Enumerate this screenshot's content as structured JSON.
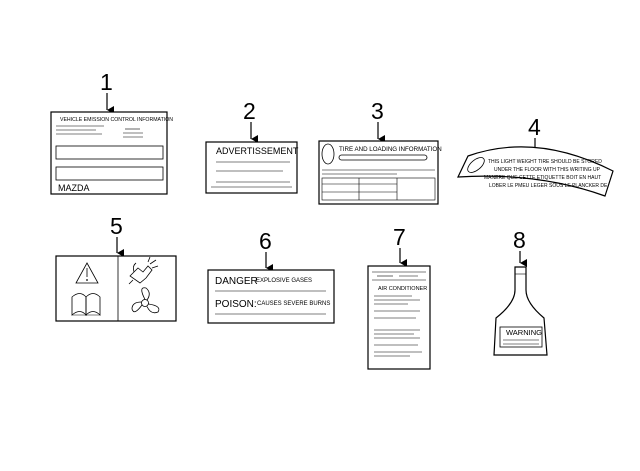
{
  "callouts": [
    "1",
    "2",
    "3",
    "4",
    "5",
    "6",
    "7",
    "8"
  ],
  "labels": {
    "emission_title": "VEHICLE EMISSION CONTROL INFORMATION",
    "emission_brand": "MAZDA",
    "advertissement": "ADVERTISSEMENT",
    "tire_loading": "TIRE AND LOADING INFORMATION",
    "spare_tire_lines": [
      "THIS LIGHT WEIGHT TIRE SHOULD BE STORED",
      "UNDER THE FLOOR WITH THIS WRITING UP",
      "MANERE QUE CETTE ETIQUETTE BOIT EN HAUT",
      "LOBER LE PMEU LEGER SOUS LE PLANCKER DE"
    ],
    "danger_word": "DANGER",
    "danger_text": "EXPLOSIVE GASES",
    "poison_word": "POISON:",
    "poison_text": "CAUSES SEVERE BURNS",
    "air_conditioner": "AIR CONDITIONER",
    "warning": "WARNING"
  },
  "icons": [
    "warning-triangle-icon",
    "manual-book-icon",
    "hand-hazard-icon",
    "fan-icon"
  ]
}
